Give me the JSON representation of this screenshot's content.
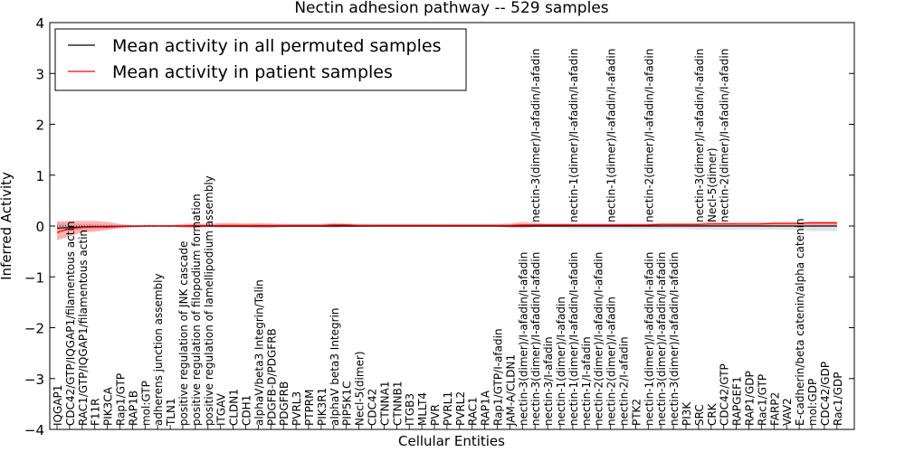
{
  "chart_data": {
    "type": "line",
    "title": "Nectin adhesion pathway -- 529 samples",
    "xlabel": "Cellular Entities",
    "ylabel": "Inferred Activity",
    "ylim": [
      -4,
      4
    ],
    "yticks": [
      "4",
      "3",
      "2",
      "1",
      "0",
      "−1",
      "−2",
      "−3",
      "−4"
    ],
    "grid": false,
    "legend_position": "top-left",
    "categories": [
      "IQGAP1",
      "CDC42/GTP/IQGAP1/filamentous actin",
      "RAC1/GTP/IQGAP1/filamentous actin",
      "F11R",
      "PIK3CA",
      "Rap1/GTP",
      "RAP1B",
      "mol:GTP",
      "adherens junction assembly",
      "TLN1",
      "positive regulation of JNK cascade",
      "positive regulation of filopodium formation",
      "positive regulation of lamellipodium assembly",
      "ITGAV",
      "CLDN1",
      "CDH1",
      "alphaV/beta3 Integrin/Talin",
      "PDGFB-D/PDGFRB",
      "PDGFRB",
      "PVRL3",
      "PTPRM",
      "PIK3R1",
      "alphaV beta3 Integrin",
      "PIP5K1C",
      "Necl-5(dimer)",
      "CDC42",
      "CTNNA1",
      "CTNNB1",
      "ITGB3",
      "MLLT4",
      "PVR",
      "PVRL1",
      "PVRL2",
      "RAC1",
      "RAP1A",
      "Rap1/GTP/I-afadin",
      "JAM-A/CLDN1",
      "nectin-3(dimer)/I-afadin/I-afadin",
      "nectin-3(dimer)/I-afadin/I-afadin",
      "nectin-3/I-afadin",
      "nectin-1(dimer)/I-afadin",
      "nectin-1(dimer)/I-afadin/I-afadin",
      "nectin-1/I-afadin",
      "nectin-2(dimer)/I-afadin/I-afadin",
      "nectin-2(dimer)/I-afadin",
      "nectin-2/I-afadin",
      "PTK2",
      "nectin-1(dimer)/I-afadin/I-afadin",
      "nectin-3(dimer)/I-afadin/I-afadin",
      "nectin-3(dimer)/I-afadin/I-afadin",
      "PI3K",
      "SRC",
      "CRK",
      "CDC42/GTP",
      "RAPGEF1",
      "RAP1/GDP",
      "Rac1/GTP",
      "FARP2",
      "VAV2",
      "E-cadherin/beta catenin/alpha catenin",
      "mol:GDP",
      "CDC42/GDP",
      "Rac1/GDP"
    ],
    "upper_labels": [
      {
        "index": 38,
        "text": "nectin-3(dimer)/I-afadin/I-afadin"
      },
      {
        "index": 41,
        "text": "nectin-1(dimer)/I-afadin/I-afadin"
      },
      {
        "index": 44,
        "text": "nectin-1(dimer)/I-afadin/I-afadin"
      },
      {
        "index": 47,
        "text": "nectin-2(dimer)/I-afadin/I-afadin"
      },
      {
        "index": 51,
        "text": "nectin-3(dimer)/I-afadin/I-afadin"
      },
      {
        "index": 52,
        "text": "Necl-5(dimer)"
      },
      {
        "index": 53,
        "text": "nectin-2(dimer)/I-afadin/I-afadin"
      }
    ],
    "series": [
      {
        "name": "Mean activity in all permuted samples",
        "color": "#000000",
        "values": [
          -0.04,
          -0.03,
          -0.02,
          -0.01,
          -0.01,
          -0.005,
          -0.005,
          0,
          0,
          0,
          0,
          0,
          0,
          0,
          0,
          0,
          0,
          0,
          0,
          0,
          0,
          0,
          0,
          0,
          0,
          0,
          0,
          0,
          0,
          0,
          0,
          0,
          0,
          0,
          0,
          0,
          0,
          0,
          0,
          0,
          0,
          0,
          0,
          0,
          0,
          0,
          0,
          0,
          0,
          0,
          0,
          0,
          0,
          0,
          0,
          0,
          0,
          0,
          0,
          0,
          0,
          0,
          0
        ],
        "band_upper": [
          0.05,
          0.05,
          0.04,
          0.04,
          0.03,
          0.02,
          0.02,
          0.02,
          0.02,
          0.02,
          0.02,
          0.02,
          0.02,
          0.02,
          0.02,
          0.02,
          0.02,
          0.02,
          0.02,
          0.02,
          0.02,
          0.02,
          0.02,
          0.02,
          0.02,
          0.02,
          0.02,
          0.02,
          0.02,
          0.02,
          0.02,
          0.02,
          0.02,
          0.02,
          0.02,
          0.02,
          0.02,
          0.02,
          0.02,
          0.02,
          0.02,
          0.02,
          0.02,
          0.02,
          0.02,
          0.02,
          0.02,
          0.02,
          0.02,
          0.02,
          0.02,
          0.02,
          0.02,
          0.02,
          0.02,
          0.02,
          0.02,
          0.02,
          0.02,
          0.02,
          0.03,
          0.03,
          0.03
        ],
        "band_lower": [
          -0.1,
          -0.09,
          -0.08,
          -0.07,
          -0.05,
          -0.04,
          -0.03,
          -0.02,
          -0.02,
          -0.02,
          -0.02,
          -0.02,
          -0.02,
          -0.02,
          -0.02,
          -0.02,
          -0.02,
          -0.02,
          -0.02,
          -0.02,
          -0.02,
          -0.02,
          -0.02,
          -0.02,
          -0.02,
          -0.02,
          -0.02,
          -0.02,
          -0.02,
          -0.02,
          -0.02,
          -0.02,
          -0.02,
          -0.02,
          -0.02,
          -0.02,
          -0.02,
          -0.02,
          -0.02,
          -0.03,
          -0.04,
          -0.05,
          -0.05,
          -0.05,
          -0.05,
          -0.05,
          -0.06,
          -0.06,
          -0.06,
          -0.06,
          -0.06,
          -0.07,
          -0.07,
          -0.07,
          -0.07,
          -0.07,
          -0.07,
          -0.07,
          -0.07,
          -0.08,
          -0.1,
          -0.1,
          -0.1
        ]
      },
      {
        "name": "Mean activity in patient samples",
        "color": "#ff0000",
        "values": [
          -0.13,
          -0.05,
          -0.03,
          -0.02,
          -0.02,
          -0.01,
          -0.005,
          0,
          0,
          0,
          0,
          0.01,
          0.005,
          0.01,
          0.01,
          0.01,
          0.01,
          0.01,
          0.01,
          0.01,
          0.01,
          0.01,
          0.02,
          0.02,
          0.01,
          0.01,
          0.01,
          0.01,
          0.01,
          0.01,
          0.01,
          0.01,
          0.01,
          0.01,
          0.01,
          0.01,
          0.01,
          0.02,
          0.02,
          0.02,
          0.02,
          0.02,
          0.02,
          0.02,
          0.02,
          0.02,
          0.02,
          0.02,
          0.03,
          0.03,
          0.03,
          0.03,
          0.04,
          0.04,
          0.04,
          0.04,
          0.04,
          0.05,
          0.05,
          0.05,
          0.06,
          0.06,
          0.06
        ],
        "band_upper": [
          0.09,
          0.1,
          0.1,
          0.1,
          0.08,
          0.04,
          0.02,
          0.02,
          0.02,
          0.02,
          0.04,
          0.05,
          0.04,
          0.06,
          0.06,
          0.05,
          0.06,
          0.05,
          0.04,
          0.04,
          0.04,
          0.04,
          0.06,
          0.05,
          0.04,
          0.04,
          0.04,
          0.04,
          0.04,
          0.04,
          0.04,
          0.04,
          0.04,
          0.04,
          0.04,
          0.04,
          0.05,
          0.08,
          0.06,
          0.05,
          0.05,
          0.05,
          0.05,
          0.05,
          0.05,
          0.05,
          0.05,
          0.05,
          0.06,
          0.06,
          0.06,
          0.06,
          0.08,
          0.07,
          0.07,
          0.07,
          0.07,
          0.08,
          0.08,
          0.08,
          0.09,
          0.09,
          0.09
        ],
        "band_lower": [
          -0.28,
          -0.2,
          -0.13,
          -0.11,
          -0.08,
          -0.04,
          -0.02,
          -0.01,
          -0.01,
          -0.01,
          -0.03,
          -0.04,
          -0.02,
          -0.03,
          -0.03,
          -0.03,
          -0.04,
          -0.04,
          -0.02,
          -0.02,
          -0.02,
          -0.02,
          -0.03,
          -0.02,
          -0.02,
          -0.01,
          -0.01,
          -0.01,
          -0.01,
          -0.01,
          -0.01,
          -0.01,
          -0.01,
          -0.01,
          -0.01,
          -0.01,
          -0.03,
          -0.04,
          -0.02,
          -0.01,
          -0.01,
          -0.01,
          -0.01,
          -0.01,
          -0.01,
          -0.01,
          -0.01,
          -0.01,
          0,
          0,
          0,
          0,
          0,
          0,
          0.01,
          0.01,
          0.01,
          0.01,
          0.01,
          0.02,
          0.02,
          0.02,
          0.02
        ]
      }
    ]
  }
}
